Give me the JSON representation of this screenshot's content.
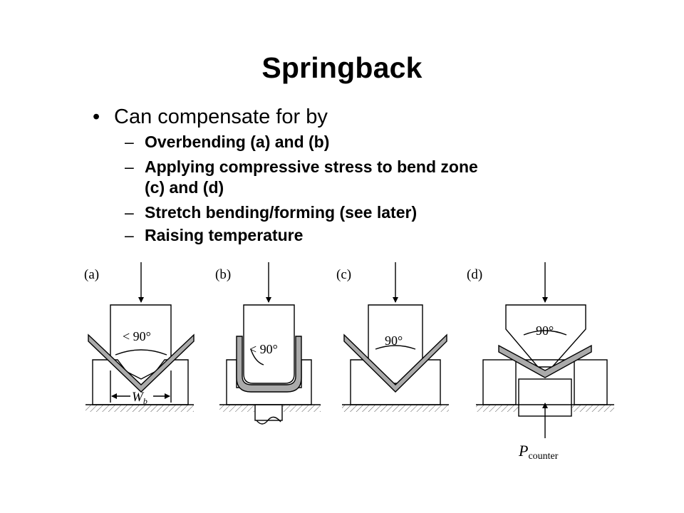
{
  "title": "Springback",
  "bullet": {
    "text": "Can compensate for by",
    "items": [
      {
        "label": "Overbending (a) and (b)"
      },
      {
        "label": "Applying compressive stress to bend zone",
        "cont": "(c) and (d)"
      },
      {
        "label": "Stretch bending/forming (see later)"
      },
      {
        "label": "Raising temperature"
      }
    ]
  },
  "figure": {
    "panels": [
      {
        "label": "(a)",
        "angle": "< 90°",
        "dim": "W",
        "dim_sub": "b"
      },
      {
        "label": "(b)",
        "angle": "< 90°"
      },
      {
        "label": "(c)",
        "angle": "90°"
      },
      {
        "label": "(d)",
        "angle": "90°",
        "force": "P",
        "force_sub": "counter"
      }
    ]
  }
}
